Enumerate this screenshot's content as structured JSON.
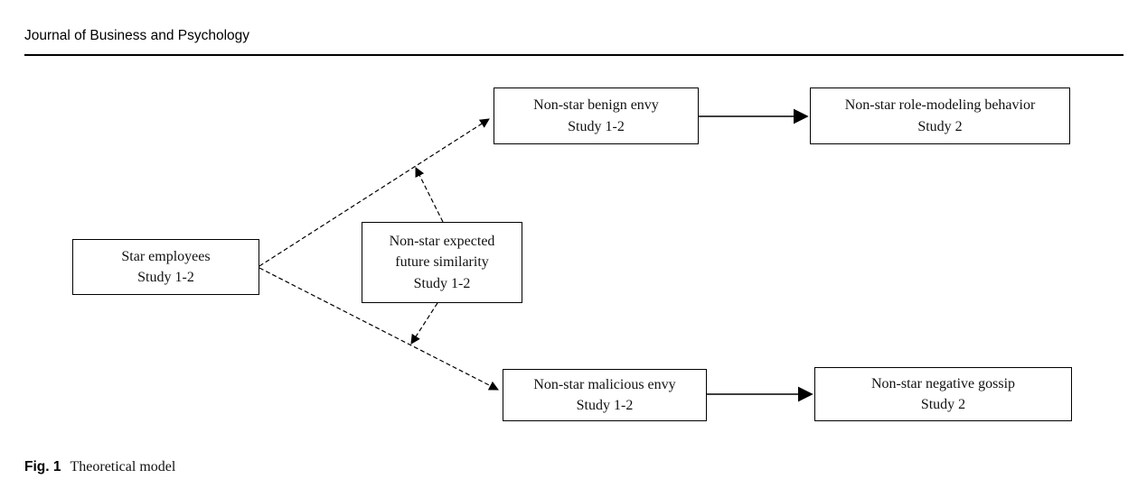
{
  "header": {
    "journal_title": "Journal of Business and Psychology"
  },
  "figure": {
    "caption_label": "Fig. 1",
    "caption_text": "Theoretical model"
  },
  "diagram": {
    "boxes": {
      "star": {
        "line1": "Star employees",
        "line2": "Study 1-2"
      },
      "similarity": {
        "line1": "Non-star expected",
        "line2": "future similarity",
        "line3": "Study 1-2"
      },
      "benign": {
        "line1": "Non-star benign envy",
        "line2": "Study 1-2"
      },
      "role_modeling": {
        "line1": "Non-star role-modeling behavior",
        "line2": "Study 2"
      },
      "malicious": {
        "line1": "Non-star malicious envy",
        "line2": "Study 1-2"
      },
      "gossip": {
        "line1": "Non-star negative gossip",
        "line2": "Study 2"
      }
    },
    "edges": [
      {
        "from": "star",
        "to": "benign",
        "style": "dashed"
      },
      {
        "from": "star",
        "to": "malicious",
        "style": "dashed"
      },
      {
        "from": "similarity",
        "to": "star-benign path",
        "style": "dashed",
        "role": "moderation"
      },
      {
        "from": "similarity",
        "to": "star-malicious path",
        "style": "dashed",
        "role": "moderation"
      },
      {
        "from": "benign",
        "to": "role_modeling",
        "style": "solid"
      },
      {
        "from": "malicious",
        "to": "gossip",
        "style": "solid"
      }
    ],
    "colors": {
      "line": "#000000",
      "box_border": "#000000",
      "background": "#ffffff",
      "text": "#111111"
    }
  }
}
